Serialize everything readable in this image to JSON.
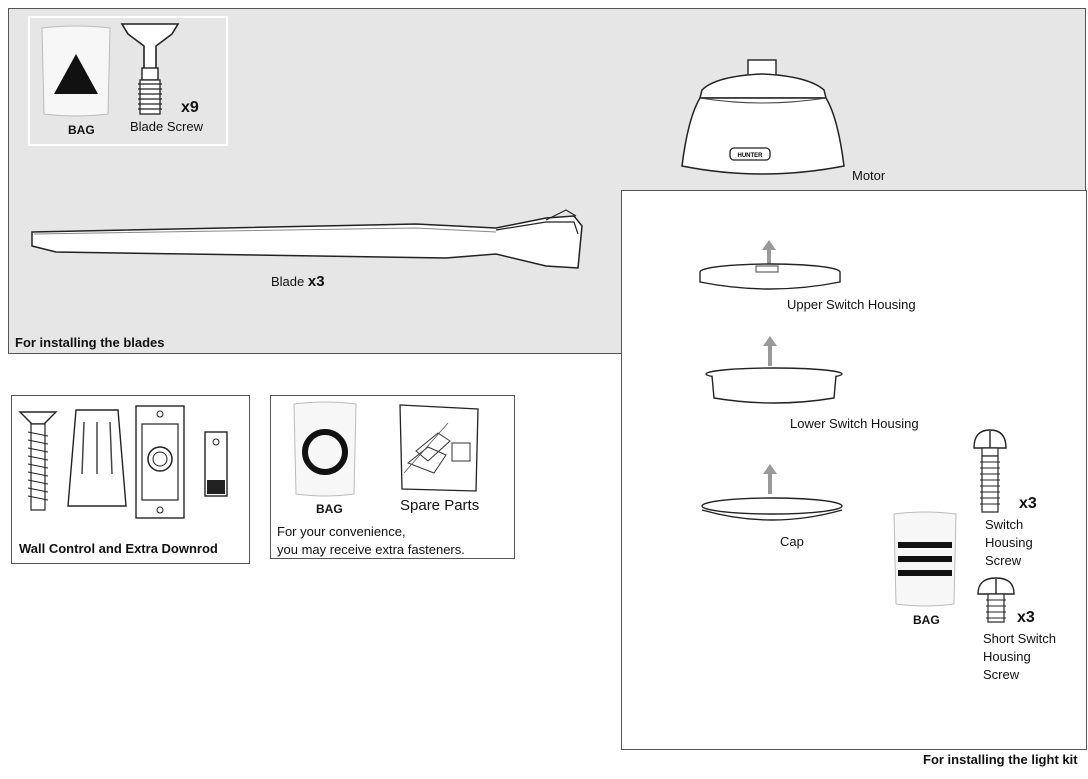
{
  "blades_section": {
    "caption": "For installing the blades",
    "bag_label": "BAG",
    "blade_screw_label": "Blade Screw",
    "blade_screw_qty": "x9",
    "blade_label": "Blade",
    "blade_qty": "x3",
    "motor_label": "Motor",
    "motor_brand": "HUNTER"
  },
  "wall_control_box": {
    "caption": "Wall Control and Extra Downrod"
  },
  "spare_parts_box": {
    "bag_label": "BAG",
    "spare_label": "Spare Parts",
    "note_line1": "For your convenience,",
    "note_line2": "you may receive extra fasteners."
  },
  "light_kit_section": {
    "caption": "For installing the light kit",
    "upper_housing_label": "Upper Switch Housing",
    "lower_housing_label": "Lower Switch Housing",
    "cap_label": "Cap",
    "bag_label": "BAG",
    "switch_screw_qty": "x3",
    "switch_screw_line1": "Switch",
    "switch_screw_line2": "Housing",
    "switch_screw_line3": "Screw",
    "short_screw_qty": "x3",
    "short_screw_line1": "Short Switch",
    "short_screw_line2": "Housing",
    "short_screw_line3": "Screw"
  }
}
